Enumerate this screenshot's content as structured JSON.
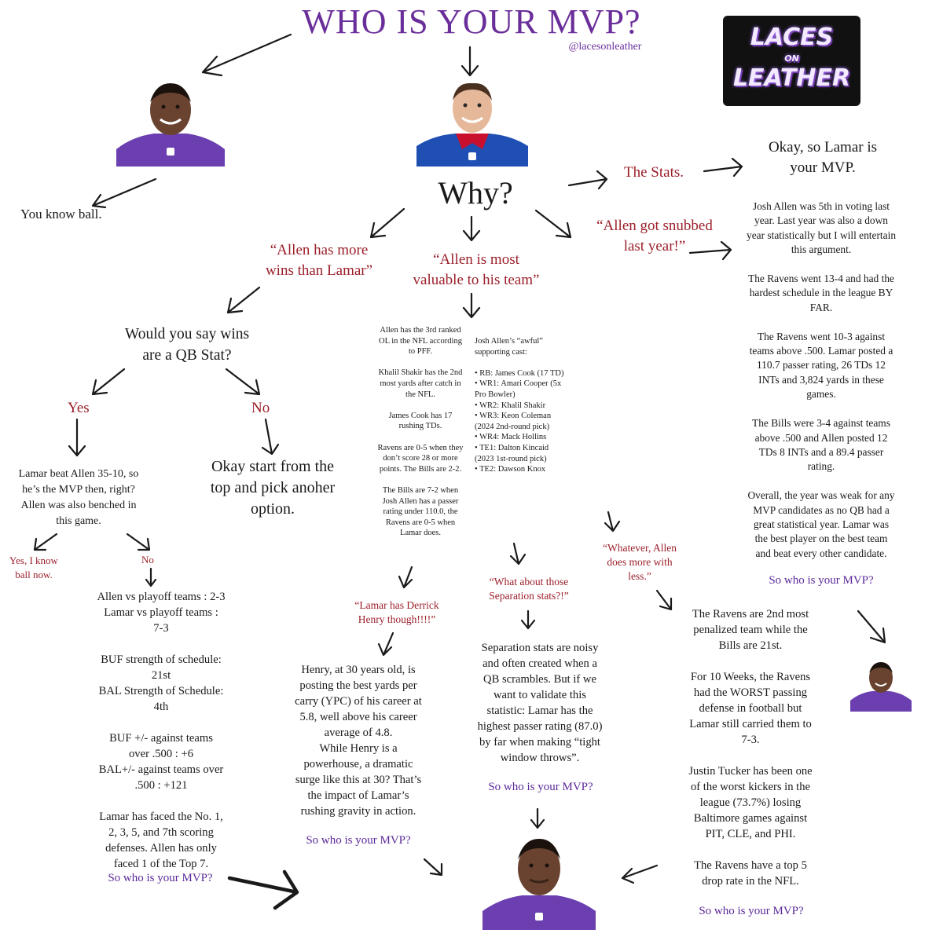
{
  "header": {
    "title": "WHO IS YOUR MVP?",
    "handle": "@lacesonleather",
    "logo_line1": "LACES",
    "logo_line2": "ON",
    "logo_line3": "LEATHER"
  },
  "colors": {
    "title_purple": "#6a2e9a",
    "answer_red": "#9b1f2a",
    "prompt_purple": "#5b2a9a",
    "lamar_jersey": "#6b3fb0",
    "allen_jersey": "#1f4fb3"
  },
  "photos": {
    "lamar_icon": "lamar-jackson-photo",
    "allen_icon": "josh-allen-photo"
  },
  "left_branch": {
    "you_know_ball": "You know ball."
  },
  "center": {
    "why": "Why?"
  },
  "options": {
    "stats": "The Stats.",
    "snubbed": "“Allen got snubbed\nlast year!”",
    "wins": "“Allen has more\nwins than Lamar”",
    "valuable": "“Allen is most\nvaluable to his team”"
  },
  "stats_branch": {
    "heading": "Okay, so Lamar is\nyour MVP.",
    "body": "Josh Allen was 5th in voting last year. Last year was also a down year statistically but I will entertain this argument.\n\nThe Ravens went 13-4 and had the hardest schedule in the league BY FAR.\n\nThe Ravens went 10-3 against teams above .500. Lamar posted a 110.7 passer rating, 26 TDs 12 INTs and 3,824 yards in these games.\n\nThe Bills were 3-4 against teams above .500 and Allen posted 12 TDs 8 INTs and a 89.4 passer rating.\n\nOverall, the year was weak for any MVP candidates as no QB had a great statistical year. Lamar was the best player on the best team and beat every other candidate.",
    "prompt": "So who is your MVP?"
  },
  "wins_branch": {
    "question": "Would you say wins\nare a QB Stat?",
    "yes": "Yes",
    "no": "No",
    "no_text": "Okay start from the\ntop and pick anoher\noption.",
    "yes_text": "Lamar beat Allen 35-10, so\nhe’s the MVP then, right?\nAllen was also benched in\nthis game.",
    "yes_know": "Yes, I know\nball now.",
    "no_small": "No",
    "no_details": "Allen vs playoff teams : 2-3\nLamar vs playoff teams :\n7-3\n\nBUF strength of schedule:\n21st\nBAL Strength of Schedule:\n4th\n\nBUF +/- against teams\nover .500 : +6\nBAL+/- against teams over\n.500 : +121\n\nLamar has faced the No. 1,\n2, 3, 5, and 7th scoring\ndefenses. Allen has only\nfaced 1 of the Top 7.",
    "prompt": "So who is your MVP?"
  },
  "valuable_branch": {
    "col_left": "Allen has the 3rd ranked\nOL in the NFL according\nto PFF.\n\nKhalil Shakir has the 2nd\nmost yards after catch in\nthe NFL.\n\nJames Cook has 17\nrushing TDs.\n\nRavens are 0-5 when they\ndon’t score 28 or more\npoints. The Bills are 2-2.\n\nThe Bills are 7-2 when\nJosh Allen has a passer\nrating under 110.0, the\nRavens are 0-5 when\nLamar does.",
    "col_right": "Josh Allen’s “awful”\nsupporting cast:\n\n• RB: James Cook (17 TD)\n• WR1: Amari Cooper (5x\nPro Bowler)\n• WR2: Khalil Shakir\n• WR3: Keon Coleman\n(2024 2nd-round pick)\n• WR4: Mack Hollins\n• TE1: Dalton Kincaid\n(2023 1st-round pick)\n• TE2: Dawson Knox"
  },
  "henry_branch": {
    "label": "“Lamar has Derrick\nHenry though!!!!”",
    "text": "Henry, at 30 years old, is\nposting the best yards per\ncarry (YPC) of his career at\n5.8, well above his career\naverage of 4.8.\nWhile Henry is a\npowerhouse, a dramatic\nsurge like this at 30? That’s\nthe impact of Lamar’s\nrushing gravity in action.",
    "prompt": "So who is your MVP?"
  },
  "separation_branch": {
    "label": "“What about those\nSeparation stats?!”",
    "text": "Separation stats are noisy\nand often created when a\nQB scrambles. But if we\nwant to validate this\nstatistic: Lamar has the\nhighest passer rating (87.0)\nby far when making “tight\nwindow throws”.",
    "prompt": "So who is your MVP?"
  },
  "less_branch": {
    "label": "“Whatever, Allen\ndoes more with\nless.”",
    "text": "The Ravens are 2nd most\npenalized team while the\nBills are 21st.\n\nFor 10 Weeks, the Ravens\nhad the WORST passing\ndefense in football but\nLamar still carried them to\n7-3.\n\nJustin Tucker has been one\nof the worst kickers in the\nleague (73.7%) losing\nBaltimore games against\nPIT, CLE, and PHI.\n\nThe Ravens have a top 5\ndrop rate in the NFL.",
    "prompt": "So who is your MVP?"
  }
}
